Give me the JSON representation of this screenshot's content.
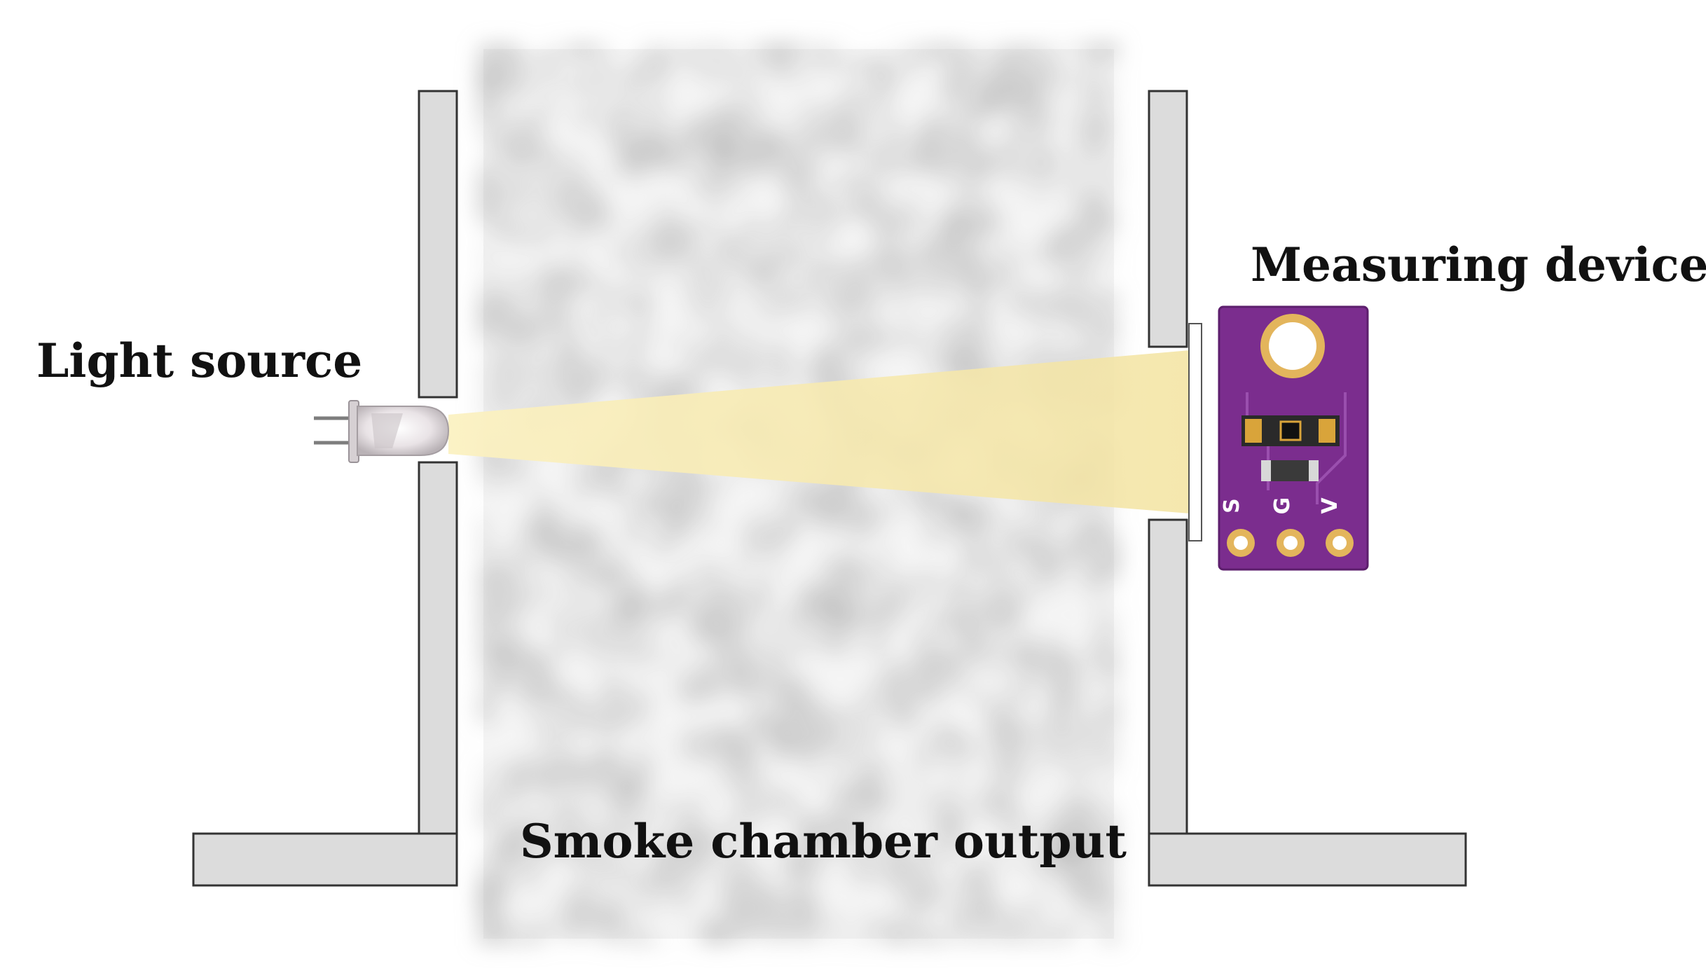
{
  "labels": {
    "light_source": "Light source",
    "measuring_device": "Measuring device",
    "smoke_chamber_output": "Smoke chamber output"
  },
  "sensor_board": {
    "pins": [
      "S",
      "G",
      "V"
    ],
    "color": "#7b2d8e"
  },
  "colors": {
    "wall_fill": "#dcdcdc",
    "wall_stroke": "#333333",
    "light_beam": "#f5e7a6",
    "smoke": "#8a8a8a"
  }
}
